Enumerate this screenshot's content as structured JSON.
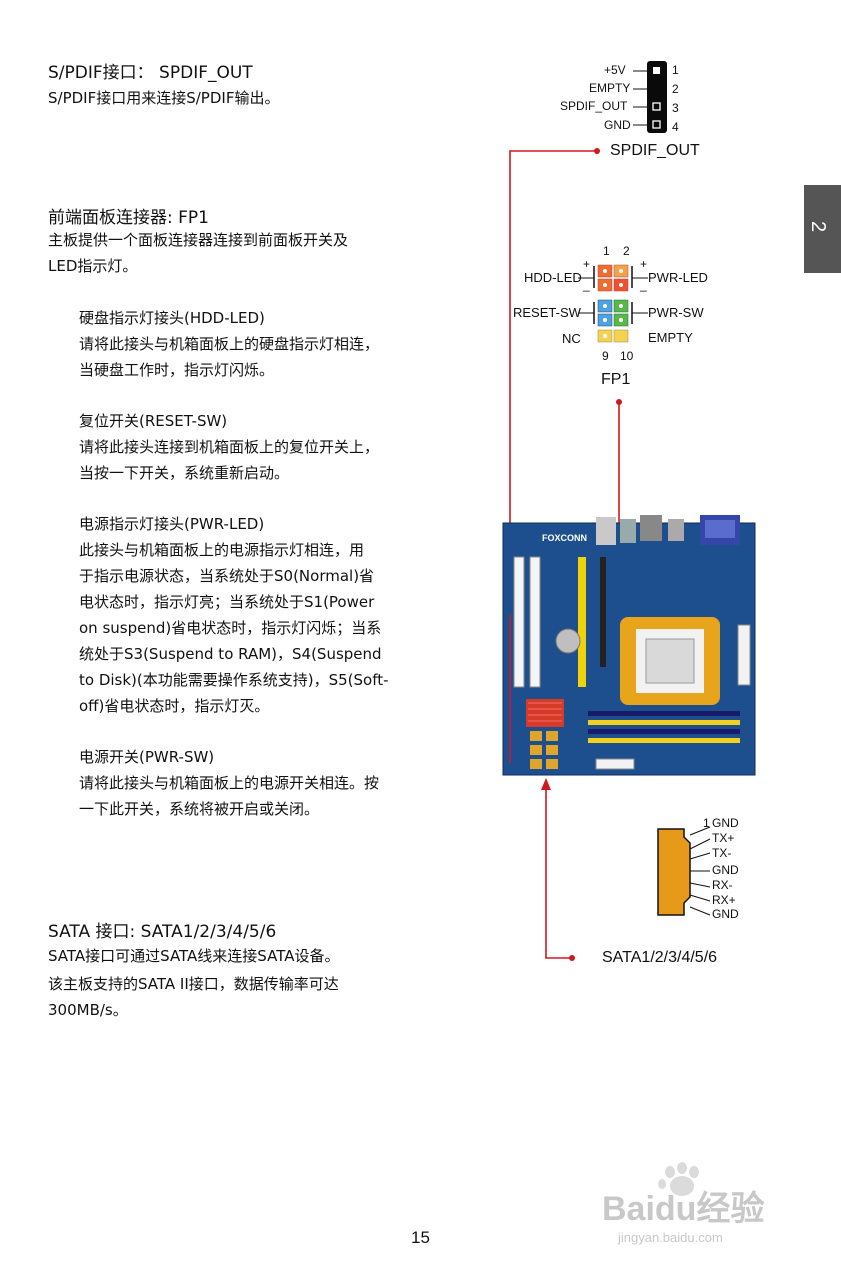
{
  "spdif": {
    "heading": "S/PDIF接口： SPDIF_OUT",
    "desc": "S/PDIF接口用来连接S/PDIF输出。",
    "pins": [
      "+5V",
      "EMPTY",
      "SPDIF_OUT",
      "GND"
    ],
    "pin_numbers": [
      "1",
      "2",
      "3",
      "4"
    ],
    "caption": "SPDIF_OUT"
  },
  "fp1": {
    "heading": "前端面板连接器: FP1",
    "desc_line1": "主板提供一个面板连接器连接到前面板开关及",
    "desc_line2": "LED指示灯。",
    "hdd_title": "硬盘指示灯接头(HDD-LED)",
    "hdd_line1": "请将此接头与机箱面板上的硬盘指示灯相连，",
    "hdd_line2": "当硬盘工作时，指示灯闪烁。",
    "reset_title": "复位开关(RESET-SW)",
    "reset_line1": "请将此接头连接到机箱面板上的复位开关上，",
    "reset_line2": "当按一下开关，系统重新启动。",
    "pwrled_title": "电源指示灯接头(PWR-LED)",
    "pwrled_line1": "此接头与机箱面板上的电源指示灯相连，用",
    "pwrled_line2": "于指示电源状态，当系统处于S0(Normal)省",
    "pwrled_line3": "电状态时，指示灯亮；当系统处于S1(Power",
    "pwrled_line4": "on suspend)省电状态时，指示灯闪烁；当系",
    "pwrled_line5": "统处于S3(Suspend to RAM)，S4(Suspend",
    "pwrled_line6": "to Disk)(本功能需要操作系统支持)，S5(Soft-",
    "pwrled_line7": "off)省电状态时，指示灯灭。",
    "pwrsw_title": "电源开关(PWR-SW)",
    "pwrsw_line1": "请将此接头与机箱面板上的电源开关相连。按",
    "pwrsw_line2": "一下此开关，系统将被开启或关闭。",
    "diagram": {
      "top_nums": [
        "1",
        "2"
      ],
      "bottom_nums": [
        "9",
        "10"
      ],
      "left_labels": [
        "HDD-LED",
        "RESET-SW",
        "NC"
      ],
      "right_labels": [
        "PWR-LED",
        "PWR-SW",
        "EMPTY"
      ],
      "plus": "+",
      "minus": "_"
    },
    "caption": "FP1"
  },
  "sata": {
    "heading": "SATA 接口: SATA1/2/3/4/5/6",
    "desc_line1": "SATA接口可通过SATA线来连接SATA设备。",
    "desc_line2": "该主板支持的SATA II接口，数据传输率可达",
    "desc_line3": "300MB/s。",
    "pin_one": "1",
    "pins": [
      "GND",
      "TX+",
      "TX-",
      "GND",
      "RX-",
      "RX+",
      "GND"
    ],
    "caption": "SATA1/2/3/4/5/6"
  },
  "board": {
    "brand": "FOXCONN"
  },
  "chapter_tab": "2",
  "page_number": "15",
  "watermark": {
    "brand": "Baidu经验",
    "url": "jingyan.baidu.com"
  },
  "colors": {
    "leader_line": "#d0181e",
    "tab_bg": "#555555",
    "board_blue": "#1d4f8f",
    "cpu_socket": "#e8a41a"
  }
}
